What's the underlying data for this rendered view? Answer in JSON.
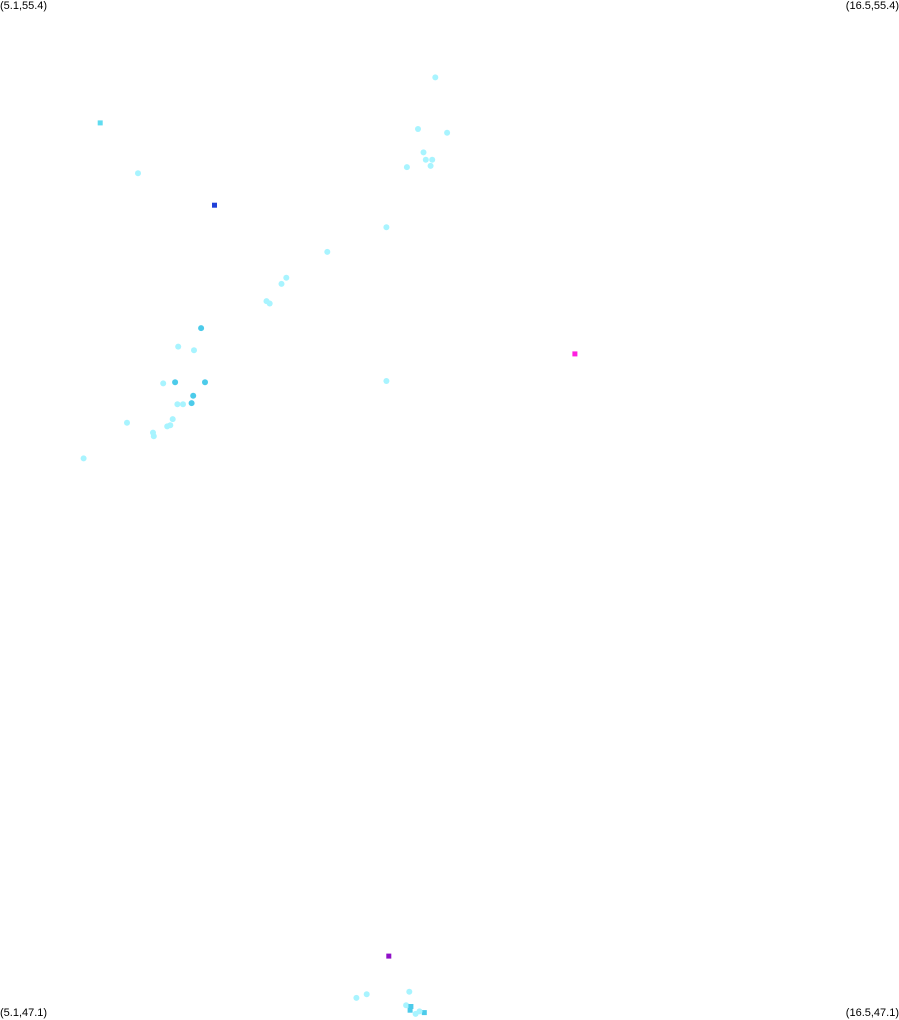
{
  "labels": {
    "top_left": "(5.1,55.4)",
    "top_right": "(16.5,55.4)",
    "bottom_left": "(5.1,47.1)",
    "bottom_right": "(16.5,47.1)"
  },
  "bounds": {
    "lon_min": 5.1,
    "lon_max": 16.5,
    "lat_min": 47.1,
    "lat_max": 55.4
  },
  "colors": {
    "light_cyan": "#a8f4ff",
    "cyan": "#5fdcf0",
    "mid_cyan": "#4ccbea",
    "blue": "#2040d8",
    "magenta": "#ff1ee0",
    "purple": "#9010c8"
  },
  "points": [
    {
      "lon": 6.37,
      "lat": 54.4,
      "color": "cyan",
      "shape": "square"
    },
    {
      "lon": 6.85,
      "lat": 53.99,
      "color": "light_cyan",
      "shape": "dot"
    },
    {
      "lon": 7.56,
      "lat": 52.55,
      "color": "light_cyan",
      "shape": "dot"
    },
    {
      "lon": 7.17,
      "lat": 52.28,
      "color": "light_cyan",
      "shape": "dot"
    },
    {
      "lon": 6.71,
      "lat": 51.96,
      "color": "light_cyan",
      "shape": "dot"
    },
    {
      "lon": 6.16,
      "lat": 51.67,
      "color": "light_cyan",
      "shape": "dot"
    },
    {
      "lon": 7.04,
      "lat": 51.88,
      "color": "light_cyan",
      "shape": "dot"
    },
    {
      "lon": 7.05,
      "lat": 51.85,
      "color": "light_cyan",
      "shape": "dot"
    },
    {
      "lon": 7.29,
      "lat": 51.99,
      "color": "light_cyan",
      "shape": "dot"
    },
    {
      "lon": 7.26,
      "lat": 51.94,
      "color": "light_cyan",
      "shape": "dot"
    },
    {
      "lon": 7.22,
      "lat": 51.93,
      "color": "light_cyan",
      "shape": "dot"
    },
    {
      "lon": 7.32,
      "lat": 52.29,
      "color": "mid_cyan",
      "shape": "dot"
    },
    {
      "lon": 7.35,
      "lat": 52.11,
      "color": "light_cyan",
      "shape": "dot"
    },
    {
      "lon": 7.42,
      "lat": 52.11,
      "color": "light_cyan",
      "shape": "dot"
    },
    {
      "lon": 7.55,
      "lat": 52.18,
      "color": "mid_cyan",
      "shape": "dot"
    },
    {
      "lon": 7.7,
      "lat": 52.29,
      "color": "mid_cyan",
      "shape": "dot"
    },
    {
      "lon": 7.53,
      "lat": 52.12,
      "color": "mid_cyan",
      "shape": "dot"
    },
    {
      "lon": 7.65,
      "lat": 52.73,
      "color": "mid_cyan",
      "shape": "dot"
    },
    {
      "lon": 7.36,
      "lat": 52.58,
      "color": "light_cyan",
      "shape": "dot"
    },
    {
      "lon": 7.82,
      "lat": 53.73,
      "color": "blue",
      "shape": "square"
    },
    {
      "lon": 8.48,
      "lat": 52.95,
      "color": "light_cyan",
      "shape": "dot"
    },
    {
      "lon": 8.52,
      "lat": 52.93,
      "color": "light_cyan",
      "shape": "dot"
    },
    {
      "lon": 8.67,
      "lat": 53.09,
      "color": "light_cyan",
      "shape": "dot"
    },
    {
      "lon": 8.73,
      "lat": 53.14,
      "color": "light_cyan",
      "shape": "dot"
    },
    {
      "lon": 9.25,
      "lat": 53.35,
      "color": "light_cyan",
      "shape": "dot"
    },
    {
      "lon": 10.0,
      "lat": 53.55,
      "color": "light_cyan",
      "shape": "dot"
    },
    {
      "lon": 10.0,
      "lat": 52.3,
      "color": "light_cyan",
      "shape": "dot"
    },
    {
      "lon": 10.26,
      "lat": 54.04,
      "color": "light_cyan",
      "shape": "dot"
    },
    {
      "lon": 10.62,
      "lat": 54.77,
      "color": "light_cyan",
      "shape": "dot"
    },
    {
      "lon": 10.47,
      "lat": 54.16,
      "color": "light_cyan",
      "shape": "dot"
    },
    {
      "lon": 10.5,
      "lat": 54.1,
      "color": "light_cyan",
      "shape": "dot"
    },
    {
      "lon": 10.58,
      "lat": 54.1,
      "color": "light_cyan",
      "shape": "dot"
    },
    {
      "lon": 10.56,
      "lat": 54.05,
      "color": "light_cyan",
      "shape": "dot"
    },
    {
      "lon": 10.77,
      "lat": 54.32,
      "color": "light_cyan",
      "shape": "dot"
    },
    {
      "lon": 10.4,
      "lat": 54.35,
      "color": "light_cyan",
      "shape": "dot"
    },
    {
      "lon": 12.39,
      "lat": 52.52,
      "color": "magenta",
      "shape": "square"
    },
    {
      "lon": 10.03,
      "lat": 47.62,
      "color": "purple",
      "shape": "square"
    },
    {
      "lon": 9.75,
      "lat": 47.31,
      "color": "light_cyan",
      "shape": "dot"
    },
    {
      "lon": 9.62,
      "lat": 47.28,
      "color": "light_cyan",
      "shape": "dot"
    },
    {
      "lon": 10.29,
      "lat": 47.33,
      "color": "light_cyan",
      "shape": "dot"
    },
    {
      "lon": 10.25,
      "lat": 47.22,
      "color": "light_cyan",
      "shape": "dot"
    },
    {
      "lon": 10.31,
      "lat": 47.21,
      "color": "mid_cyan",
      "shape": "square"
    },
    {
      "lon": 10.3,
      "lat": 47.18,
      "color": "mid_cyan",
      "shape": "square"
    },
    {
      "lon": 10.48,
      "lat": 47.16,
      "color": "mid_cyan",
      "shape": "square"
    },
    {
      "lon": 10.42,
      "lat": 47.17,
      "color": "light_cyan",
      "shape": "dot"
    },
    {
      "lon": 10.37,
      "lat": 47.15,
      "color": "light_cyan",
      "shape": "dot"
    }
  ]
}
